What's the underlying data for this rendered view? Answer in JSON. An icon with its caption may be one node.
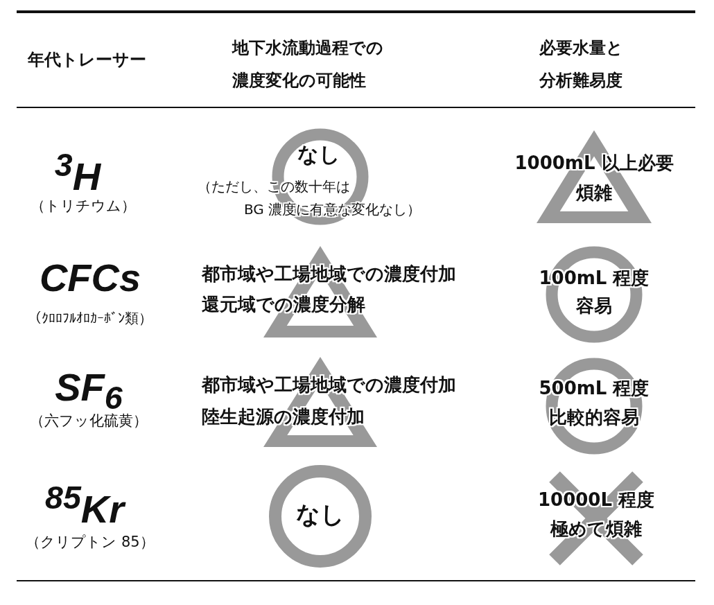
{
  "diagram": {
    "nodes": [
      {
        "text": [
          "なし",
          "（ただし、この数十年は",
          "BG 濃度に有意な変化なし）"
        ]
      },
      {
        "text": [
          "1000mL 以上必要",
          "煩雑"
        ]
      },
      {
        "text": [
          "都市域や工場地域での濃度付加",
          "還元域での濃度分解"
        ]
      },
      {
        "text": [
          "100mL 程度",
          "容易"
        ]
      },
      {
        "text": [
          "都市域や工場地域での濃度付加",
          "陸生起源の濃度付加"
        ]
      },
      {
        "text": [
          "500mL 程度",
          "比較的容易"
        ]
      },
      {
        "text": [
          "なし"
        ]
      },
      {
        "text": [
          "10000L 程度",
          "極めて煩雑"
        ]
      }
    ],
    "labels": [
      "年代トレーサー",
      "地下水流動過程での濃度変化の可能性",
      "必要水量と分析難易度",
      "$^{3}$H",
      "（トリチウム）",
      "CFCs",
      "（ｸﾛﾛﾌﾙｵﾛｶｰﾎﾞﾝ類）",
      "SF$_{6}$",
      "（六フッ化硫黄）",
      "$^{85}$Kr",
      "（クリプトン 85）"
    ]
  }
}
